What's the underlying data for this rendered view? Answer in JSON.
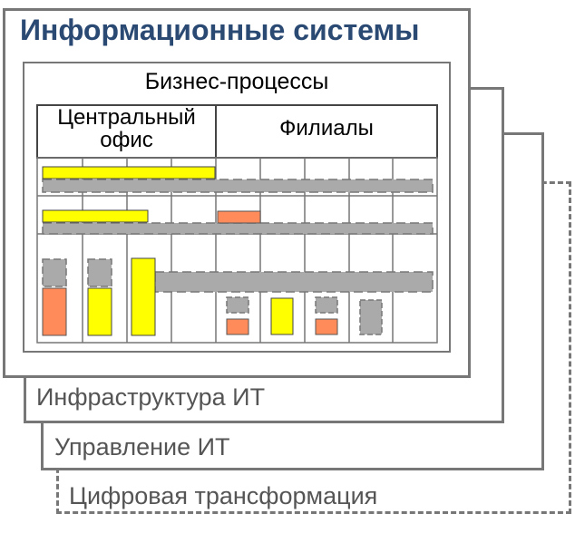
{
  "layers": {
    "digital": "Цифровая трансформация",
    "management": "Управление ИТ",
    "infrastructure": "Инфраструктура ИТ",
    "systems": "Информационные системы"
  },
  "business_processes": "Бизнес-процессы",
  "central_office": {
    "line1": "Центральный",
    "line2": "офис"
  },
  "branches": "Филиалы",
  "colors": {
    "title": "#2b4a73",
    "border": "#777777",
    "bar_yellow": "#ffff00",
    "bar_orange": "#ff8a5a",
    "bar_gray": "#aaaaaa"
  }
}
